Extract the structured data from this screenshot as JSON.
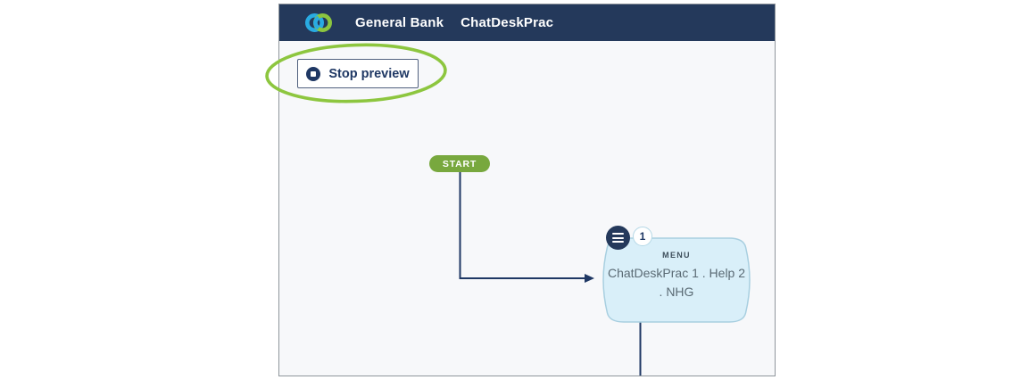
{
  "window": {
    "header": {
      "logo_icon": "interlocked-rings-logo",
      "nav_items": [
        {
          "label": "General Bank"
        },
        {
          "label": "ChatDeskPrac"
        }
      ]
    },
    "toolbar": {
      "stop_preview": "Stop preview",
      "stop_icon": "stop-icon"
    }
  },
  "canvas": {
    "start_node": {
      "label": "START"
    },
    "menu_node": {
      "type_label": "MENU",
      "title": "ChatDeskPrac 1 . Help 2 . NHG",
      "badge_count": "1",
      "badge_icon": "hamburger-menu-icon"
    }
  },
  "annotation": {
    "shape": "green-ellipse-highlight",
    "target": "stop-preview-button"
  },
  "colors": {
    "header_bg": "#24395b",
    "connector_navy": "#1f3864",
    "start_green": "#78a83e",
    "annotation_green": "#8dc63f",
    "node_fill": "#d9eff9",
    "node_border": "#a8cfe0",
    "canvas_bg": "#f7f8fa",
    "logo_blue": "#29abe2",
    "logo_green": "#8cc63f",
    "button_text": "#1f3864"
  }
}
